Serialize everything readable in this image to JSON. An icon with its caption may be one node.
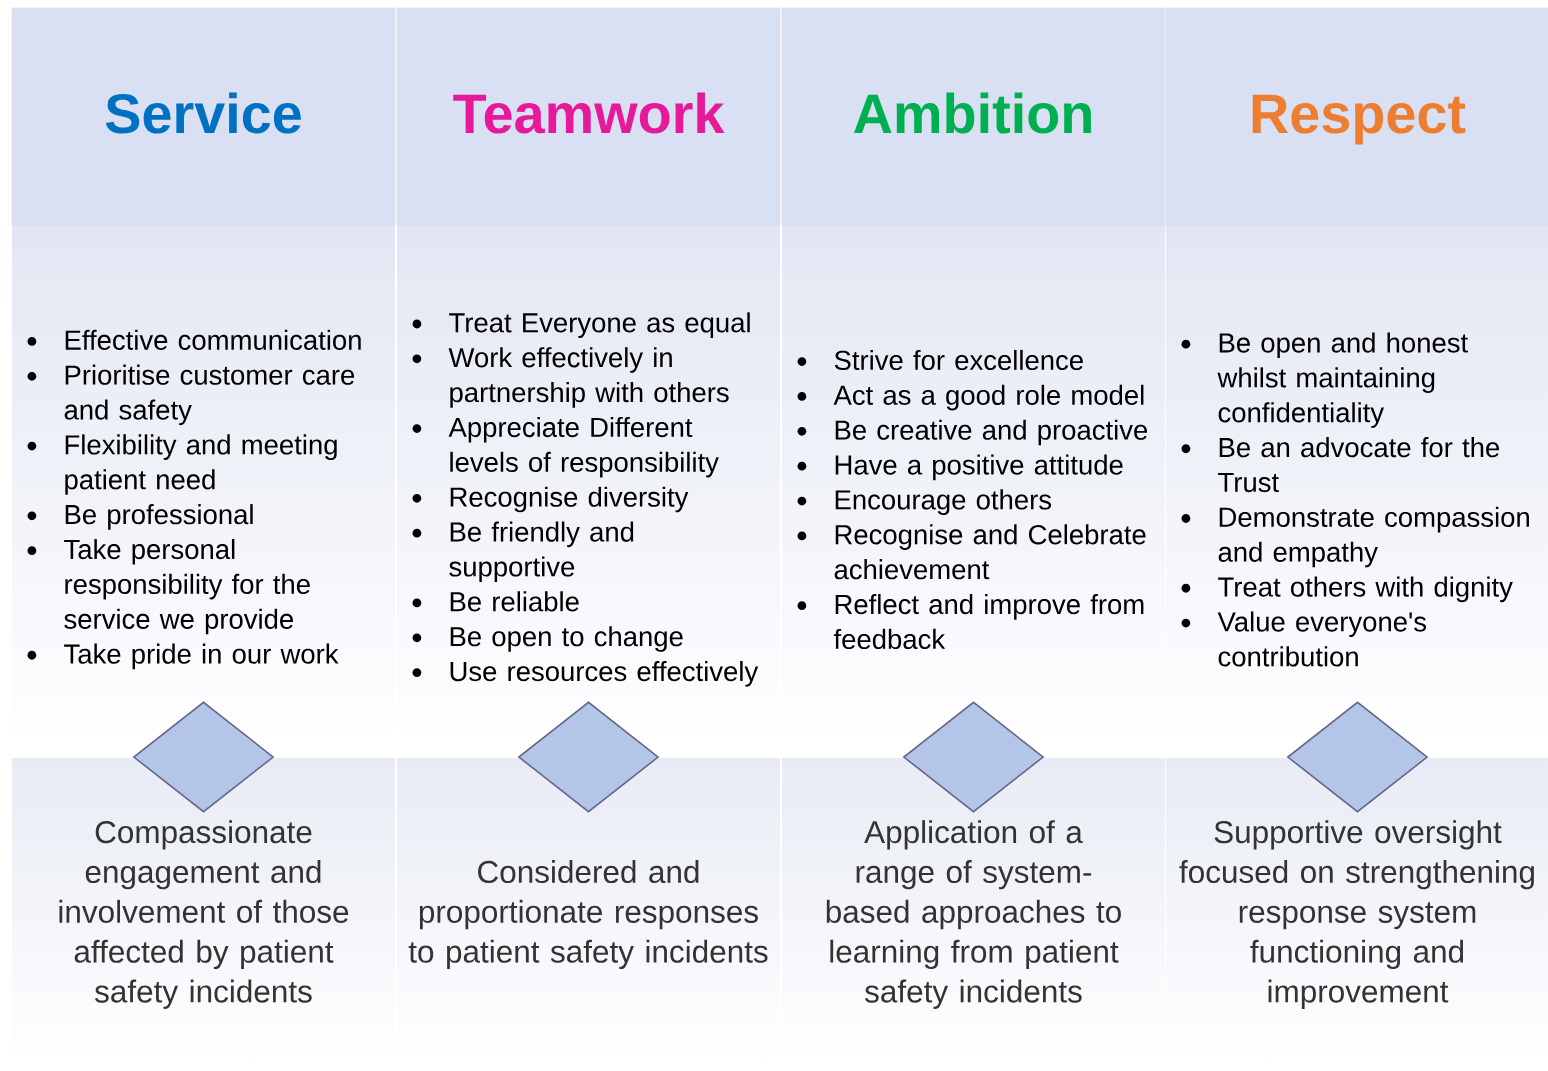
{
  "diagram": {
    "nodes": [
      {
        "text": [
          "Service"
        ]
      },
      {
        "text": [
          "Teamwork"
        ]
      },
      {
        "text": [
          "Ambition"
        ]
      },
      {
        "text": [
          "Respect"
        ]
      },
      {
        "text": [
          "Effective communication",
          "Prioritise customer care and safety",
          "Flexibility and meeting patient need",
          "Be professional",
          "Take personal responsibility for the service we provide",
          "Take pride in our work"
        ]
      },
      {
        "text": [
          "Treat Everyone as equal",
          "Work effectively in partnership with others",
          "Appreciate Different levels of responsibility",
          "Recognise diversity",
          "Be friendly and supportive",
          "Be reliable",
          "Be open to change",
          "Use resources effectively"
        ]
      },
      {
        "text": [
          "Strive for excellence",
          "Act as a good role model",
          "Be creative and proactive",
          "Have a positive attitude",
          "Encourage others",
          "Recognise and Celebrate achievement",
          "Reflect and improve from feedback"
        ]
      },
      {
        "text": [
          "Be open and honest whilst maintaining confidentiality",
          "Be an advocate for the Trust",
          "Demonstrate compassion and empathy",
          "Treat others with dignity",
          "Value everyone's contribution"
        ]
      },
      {
        "text": [],
        "shape": "diamond"
      },
      {
        "text": [],
        "shape": "diamond"
      },
      {
        "text": [],
        "shape": "diamond"
      },
      {
        "text": [],
        "shape": "diamond"
      },
      {
        "text": [
          "Compassionate engagement and involvement of those affected by patient safety incidents"
        ]
      },
      {
        "text": [
          "Considered and proportionate responses to patient safety incidents"
        ]
      },
      {
        "text": [
          "Application of a range of system-based approaches to learning from patient safety incidents"
        ]
      },
      {
        "text": [
          "Supportive oversight focused on strengthening response system functioning and improvement"
        ]
      }
    ]
  }
}
